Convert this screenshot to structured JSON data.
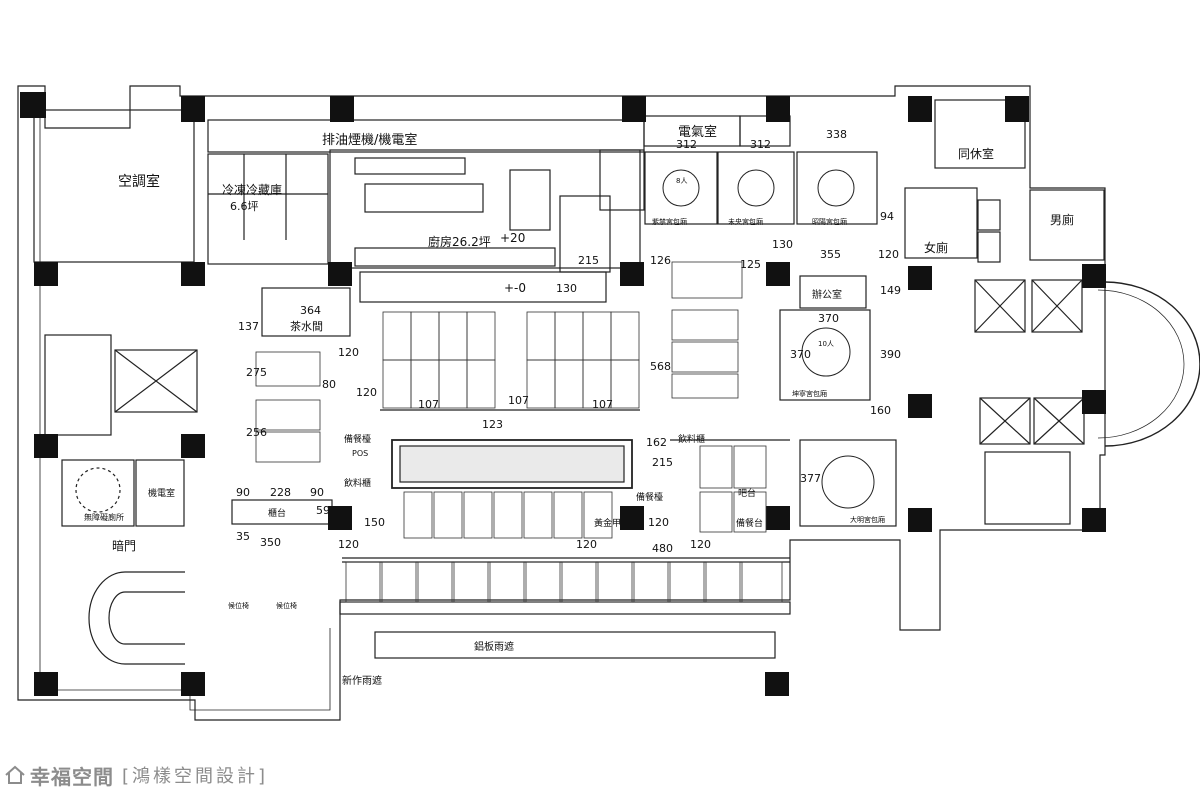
{
  "rooms": {
    "aircon": "空調室",
    "exhaust": "排油煙機/機電室",
    "electrical": "電氣室",
    "staff_rest": "同休室",
    "freezer": "冷凍冷藏庫",
    "freezer_area": "6.6坪",
    "kitchen": "廚房26.2坪",
    "women_wc": "女廁",
    "men_wc": "男廁",
    "office": "辦公室",
    "tea_room": "茶水間",
    "mechanical": "機電室",
    "accessible_wc": "無障礙廁所",
    "hidden_door": "暗門",
    "counter": "櫃台",
    "gold_table": "黃金甲",
    "bar_counter": "吧台",
    "service_1": "備餐檯",
    "service_2": "備餐檯",
    "drink_1": "飲料櫃",
    "drink_2": "飲料櫃",
    "service_table": "備餐台",
    "pos": "POS",
    "aluminium_canopy": "鋁板雨遮",
    "new_canopy": "新作雨遮",
    "vip_room_1": "紫禁宮包廂",
    "vip_room_2": "未央宮包廂",
    "vip_room_3": "昭陽宮包廂",
    "vip_room_4": "坤寧宮包廂",
    "vip_room_5": "大明宮包廂",
    "waiting_1": "候位椅",
    "waiting_2": "候位椅",
    "ten_seat": "10人",
    "eight_seat": "8人",
    "level_1": "+20",
    "level_2": "+-0"
  },
  "dimensions": {
    "d338": "338",
    "d312a": "312",
    "d312b": "312",
    "d94": "94",
    "d355": "355",
    "d120a": "120",
    "d130a": "130",
    "d125": "125",
    "d126": "126",
    "d215a": "215",
    "d130b": "130",
    "d149": "149",
    "d370a": "370",
    "d370b": "370",
    "d390": "390",
    "d364": "364",
    "d137": "137",
    "d120b": "120",
    "d275": "275",
    "d80": "80",
    "d120c": "120",
    "d107a": "107",
    "d107b": "107",
    "d107c": "107",
    "d568": "568",
    "d160": "160",
    "d256": "256",
    "d123": "123",
    "d162": "162",
    "d215b": "215",
    "d377": "377",
    "d90a": "90",
    "d228": "228",
    "d90b": "90",
    "d59": "59",
    "d150": "150",
    "d120d": "120",
    "d120e": "120",
    "d35": "35",
    "d350": "350",
    "d120f": "120",
    "d120g": "120",
    "d480": "480"
  },
  "watermark": {
    "brand": "幸福空間",
    "credit": "[鴻樣空間設計]"
  }
}
